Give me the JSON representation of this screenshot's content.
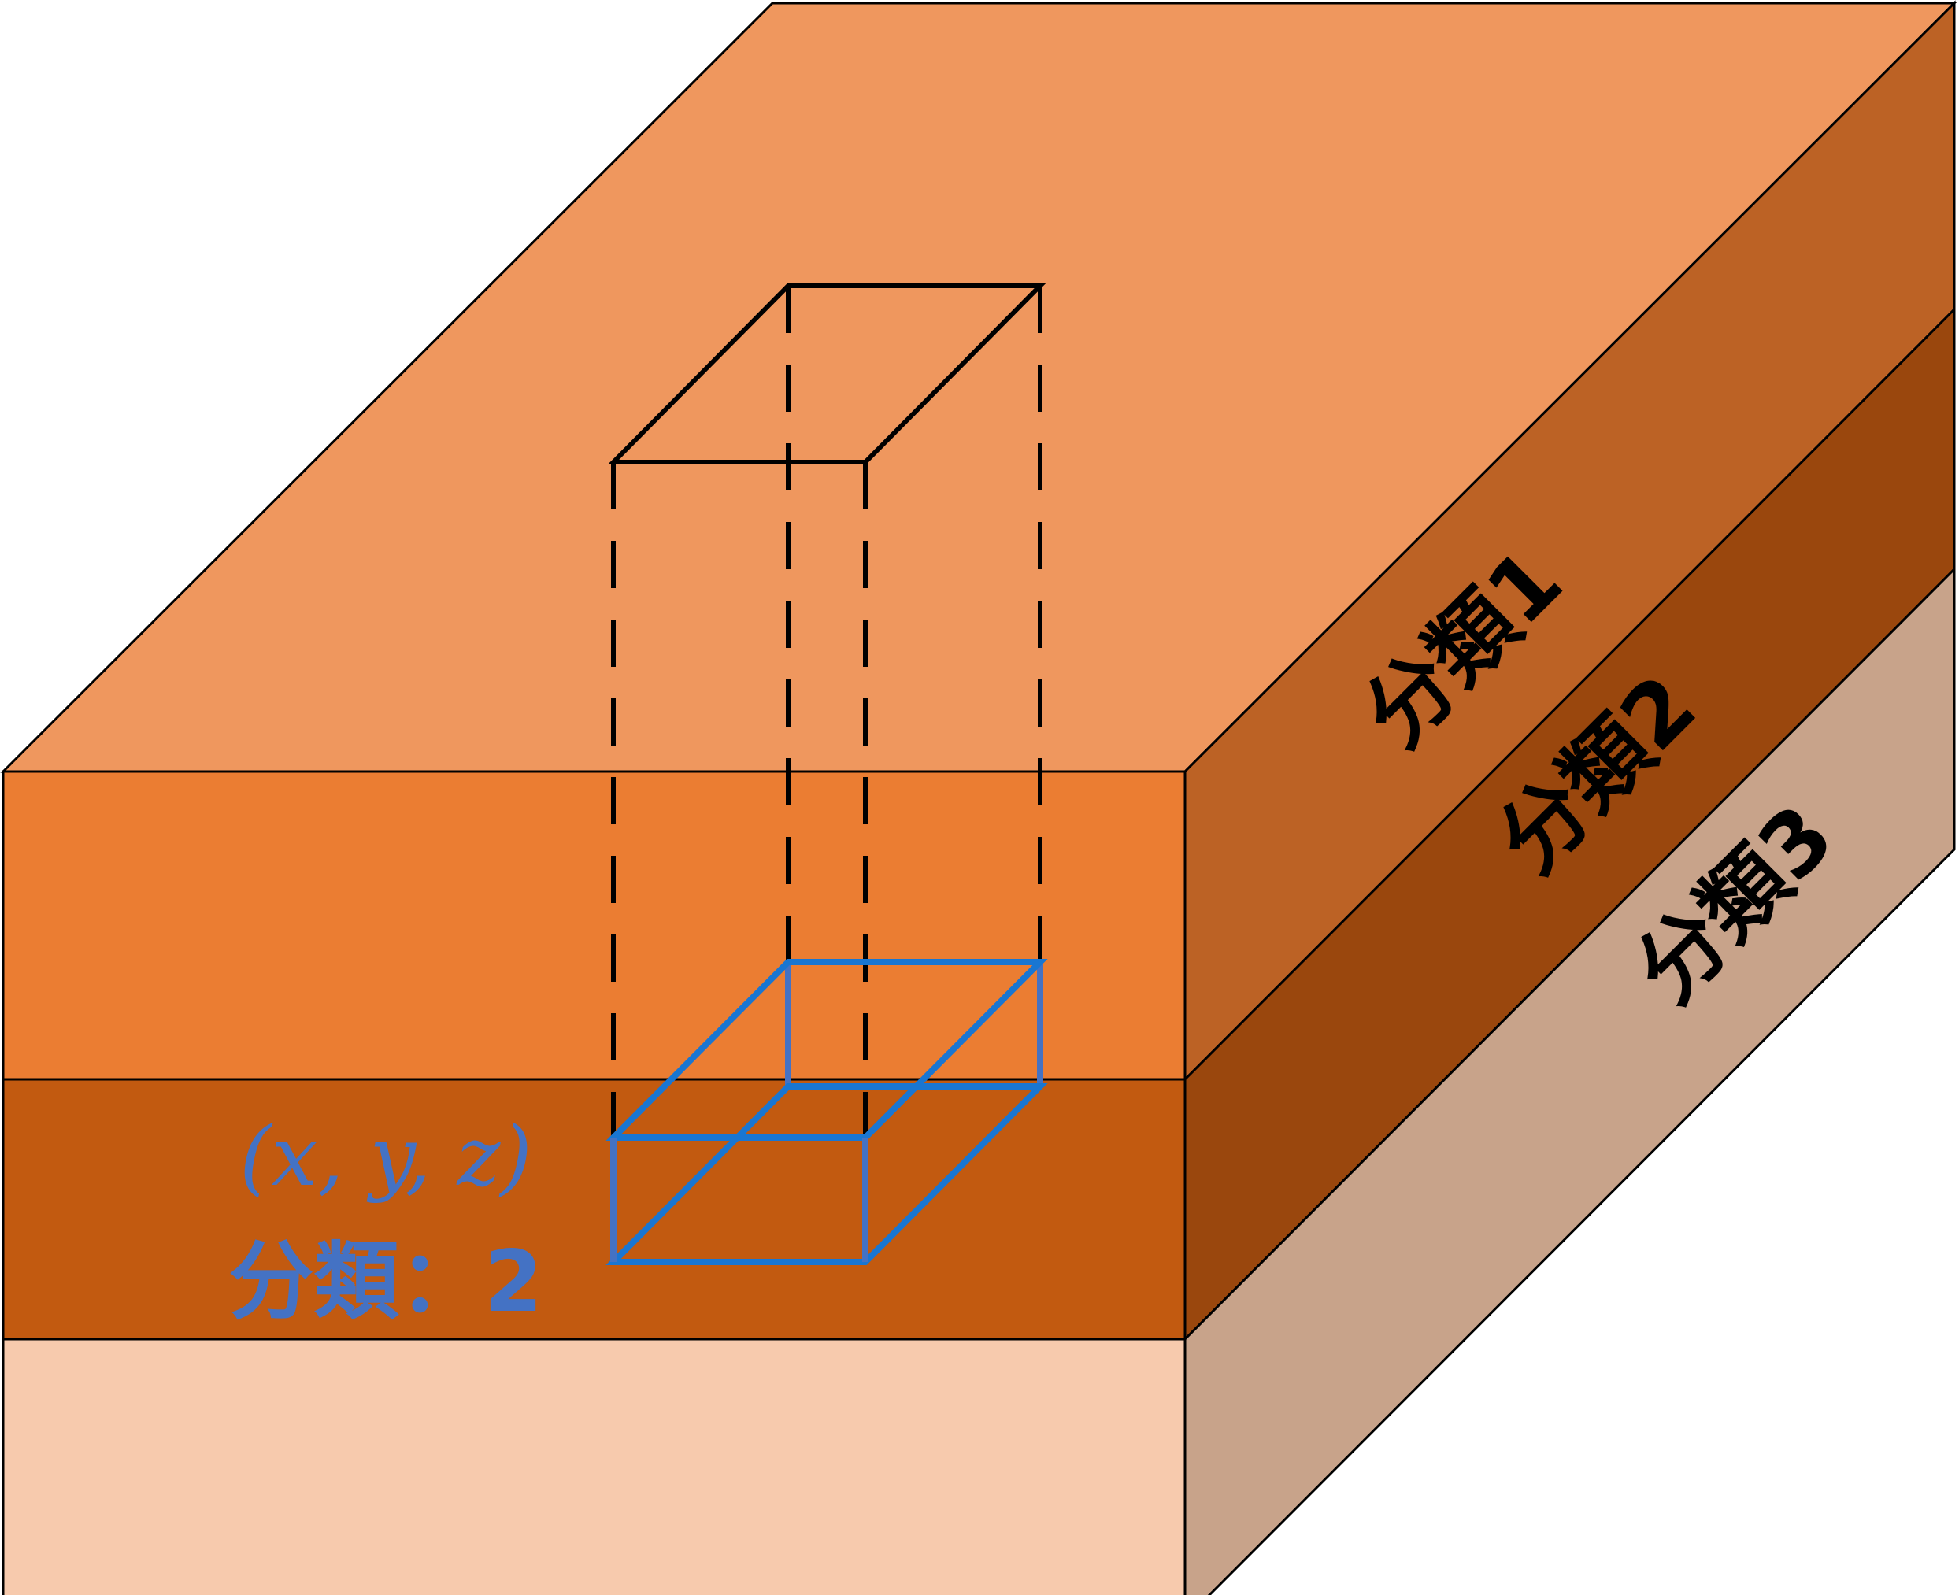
{
  "layers": [
    {
      "label": "分類1",
      "front_color": "#EB7D32",
      "side_color": "#BC6225",
      "top_color": "#EF975E"
    },
    {
      "label": "分類2",
      "front_color": "#C25A10",
      "side_color": "#9A470D",
      "top_color": "#EF975E"
    },
    {
      "label": "分類3",
      "front_color": "#F7CAAD",
      "side_color": "#C8A38A",
      "top_color": "#EF975E"
    }
  ],
  "voxel": {
    "coordinate_label": "(x, y, z)",
    "class_label": "分類：2",
    "color": "#4472C4"
  },
  "outline_color": "#000000",
  "dashed_column_color": "#000000"
}
